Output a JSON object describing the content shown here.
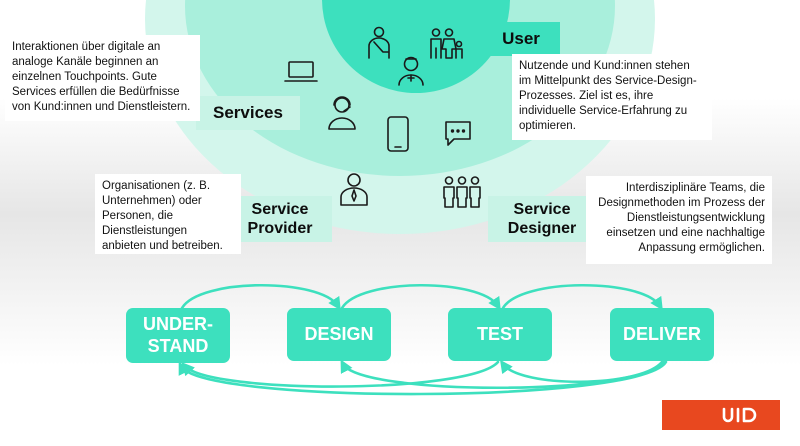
{
  "roles": {
    "user": {
      "label": "User"
    },
    "services": {
      "label": "Services"
    },
    "service_provider": {
      "label": "Service\nProvider"
    },
    "service_designer": {
      "label": "Service\nDesigner"
    }
  },
  "notes": {
    "services": "Interaktionen über digitale an analoge Kanäle beginnen an einzelnen Touchpoints. Gute Services erfüllen die Bedürfnisse von Kund:innen und Dienstleistern.",
    "user": "Nutzende und Kund:innen stehen im Mittelpunkt des Service-Design-Prozesses. Ziel ist es, ihre individuelle Service-Erfahrung zu optimieren.",
    "service_provider": "Organisationen (z. B. Unternehmen) oder Personen, die Dienstleistungen anbieten und betreiben.",
    "service_designer": "Interdisziplinäre Teams, die Designmethoden im Prozess der Dienstleistungsentwicklung einsetzen und eine nachhaltige Anpassung ermöglichen."
  },
  "phases": [
    {
      "label": "UNDER-\nSTAND"
    },
    {
      "label": "DESIGN"
    },
    {
      "label": "TEST"
    },
    {
      "label": "DELIVER"
    }
  ],
  "colors": {
    "accent": "#3de0be",
    "logo": "#e8481f"
  },
  "icons": [
    "injured-person-icon",
    "family-icon",
    "doctor-icon",
    "laptop-icon",
    "headset-person-icon",
    "smartphone-icon",
    "chat-bubble-icon",
    "businessman-icon",
    "team-icon",
    "uid-logo"
  ]
}
